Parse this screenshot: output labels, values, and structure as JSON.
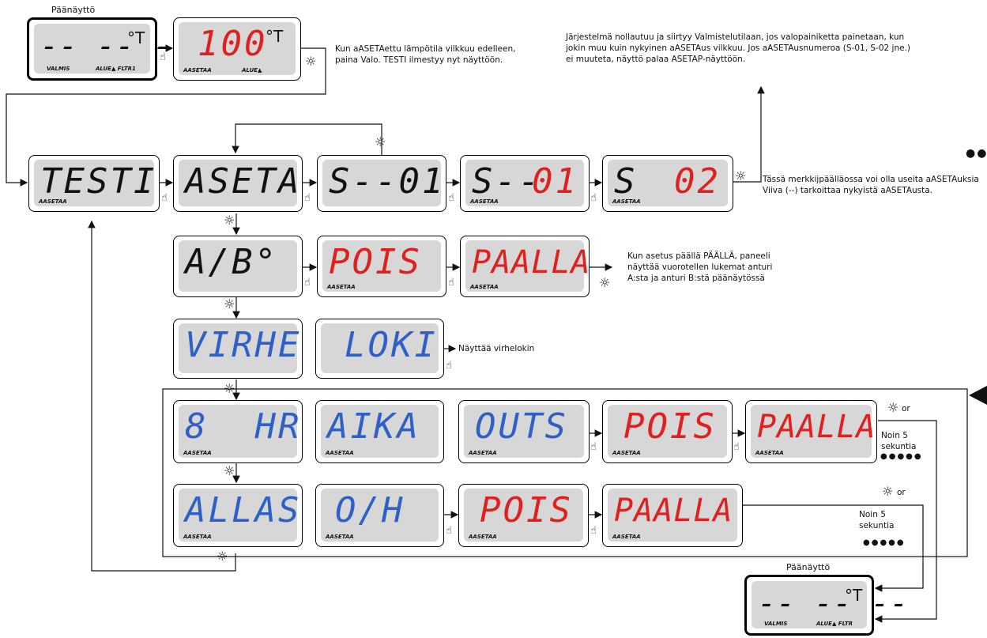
{
  "labels": {
    "main_display_top": "Päänäyttö",
    "main_display_bottom": "Päänäyttö"
  },
  "displays": {
    "main_top": {
      "text": "-- -- --",
      "unit": "°T",
      "status1": "VALMIS",
      "status2": "ALUE▲ FLTR1"
    },
    "temp": {
      "text": "100",
      "unit": "°T",
      "status1": "AASETAA",
      "status2": "ALUE▲"
    },
    "testi": {
      "text": "TESTI",
      "status": "AASETAA"
    },
    "aseta": {
      "text": "ASETA"
    },
    "s01": {
      "text": "S--01"
    },
    "s01b": {
      "prefix": "S--",
      "value": "01",
      "status": "AASETAA"
    },
    "s02": {
      "prefix": "S",
      "value": "02",
      "status": "AASETAA"
    },
    "ab": {
      "text": "A/B°"
    },
    "pois1": {
      "text": "POIS",
      "status": "AASETAA"
    },
    "paalla1": {
      "text": "PAALLA",
      "status": "AASETAA"
    },
    "virhe": {
      "text": "VIRHE"
    },
    "loki": {
      "text": "LOKI"
    },
    "hr": {
      "text": "8  HR",
      "status": "AASETAA"
    },
    "aika": {
      "text": "AIKA",
      "status": "AASETAA"
    },
    "outs": {
      "text": "OUTS",
      "status": "AASETAA"
    },
    "pois2": {
      "text": "POIS",
      "status": "AASETAA"
    },
    "paalla2": {
      "text": "PAALLA",
      "status": "AASETAA"
    },
    "allas": {
      "text": "ALLAS",
      "status": "AASETAA"
    },
    "oh": {
      "text": "O/H",
      "status": "AASETAA"
    },
    "pois3": {
      "text": "POIS",
      "status": "AASETAA"
    },
    "paalla3": {
      "text": "PAALLA",
      "status": "AASETAA"
    },
    "main_bottom": {
      "text": "-- -- --",
      "unit": "°T",
      "status1": "VALMIS",
      "status2": "ALUE▲ FLTR"
    }
  },
  "notes": {
    "temp_note_1": "Kun aASETAettu lämpötila vilkkuu edelleen,",
    "temp_note_2": "paina Valo. TESTI ilmestyy nyt näyttöön.",
    "reset_1": "Järjestelmä nollautuu ja siirtyy Valmistelutilaan, jos valopainiketta painetaan, kun",
    "reset_2": "jokin muu kuin nykyinen aASETAus vilkkuu. Jos aASETAusnumeroa (S-01, S-02 jne.)",
    "reset_3": "ei muuteta, näyttö palaa ASETAP-näyttöön.",
    "multi_1": "Tässä merkkijpäälläossa voi olla useita aASETAuksia",
    "multi_2": "Viiva (--) tarkoittaa nykyistä aASETAusta.",
    "sensor_1": "Kun asetus päällä PÄÄLLÄ, paneeli",
    "sensor_2": "näyttää vuorotellen lukemat anturi",
    "sensor_3": "A:sta ja anturi B:stä päänäytössä",
    "error_log": "Näyttää virhelokin",
    "or1": "or",
    "approx1_1": "Noin 5",
    "approx1_2": "sekuntia",
    "or2": "or",
    "approx2_1": "Noin 5",
    "approx2_2": "sekuntia"
  },
  "icons": {
    "light": "light-button-icon",
    "hand": "press-hand-icon",
    "colors": {
      "black": "#111111",
      "red": "#e0201e",
      "blue": "#2e60c8",
      "lcd": "#d7d7d7"
    }
  }
}
